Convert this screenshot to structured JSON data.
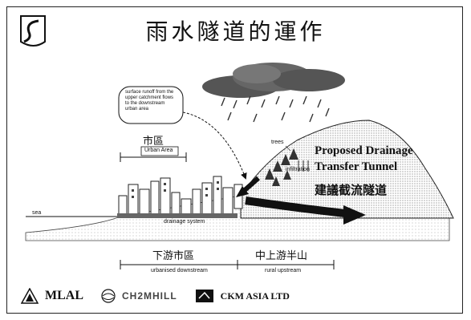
{
  "title": "雨水隧道的運作",
  "callout_text": "surface runoff from the upper catchment flows to the downstream urban area",
  "labels": {
    "urban_area_zh": "市區",
    "urban_area_en": "Urban Area",
    "sea": "sea",
    "drainage_system": "drainage system",
    "trees": "trees",
    "infiltration": "infiltration",
    "proposed_tunnel_line1": "Proposed Drainage",
    "proposed_tunnel_line2": "Transfer Tunnel",
    "proposed_tunnel_zh": "建議截流隧道",
    "downstream_zh": "下游市區",
    "downstream_en": "urbanised downstream",
    "upstream_zh": "中上游半山",
    "upstream_en": "rural upstream"
  },
  "footer": {
    "mlal": "MLAL",
    "ch2mhill": "CH2MHILL",
    "ckm": "CKM ASIA LTD"
  },
  "icons": [
    "logo-icon",
    "mlal-logo-icon",
    "ch2mhill-logo-icon",
    "ckm-logo-icon",
    "cloud-icon",
    "rain-icon"
  ]
}
